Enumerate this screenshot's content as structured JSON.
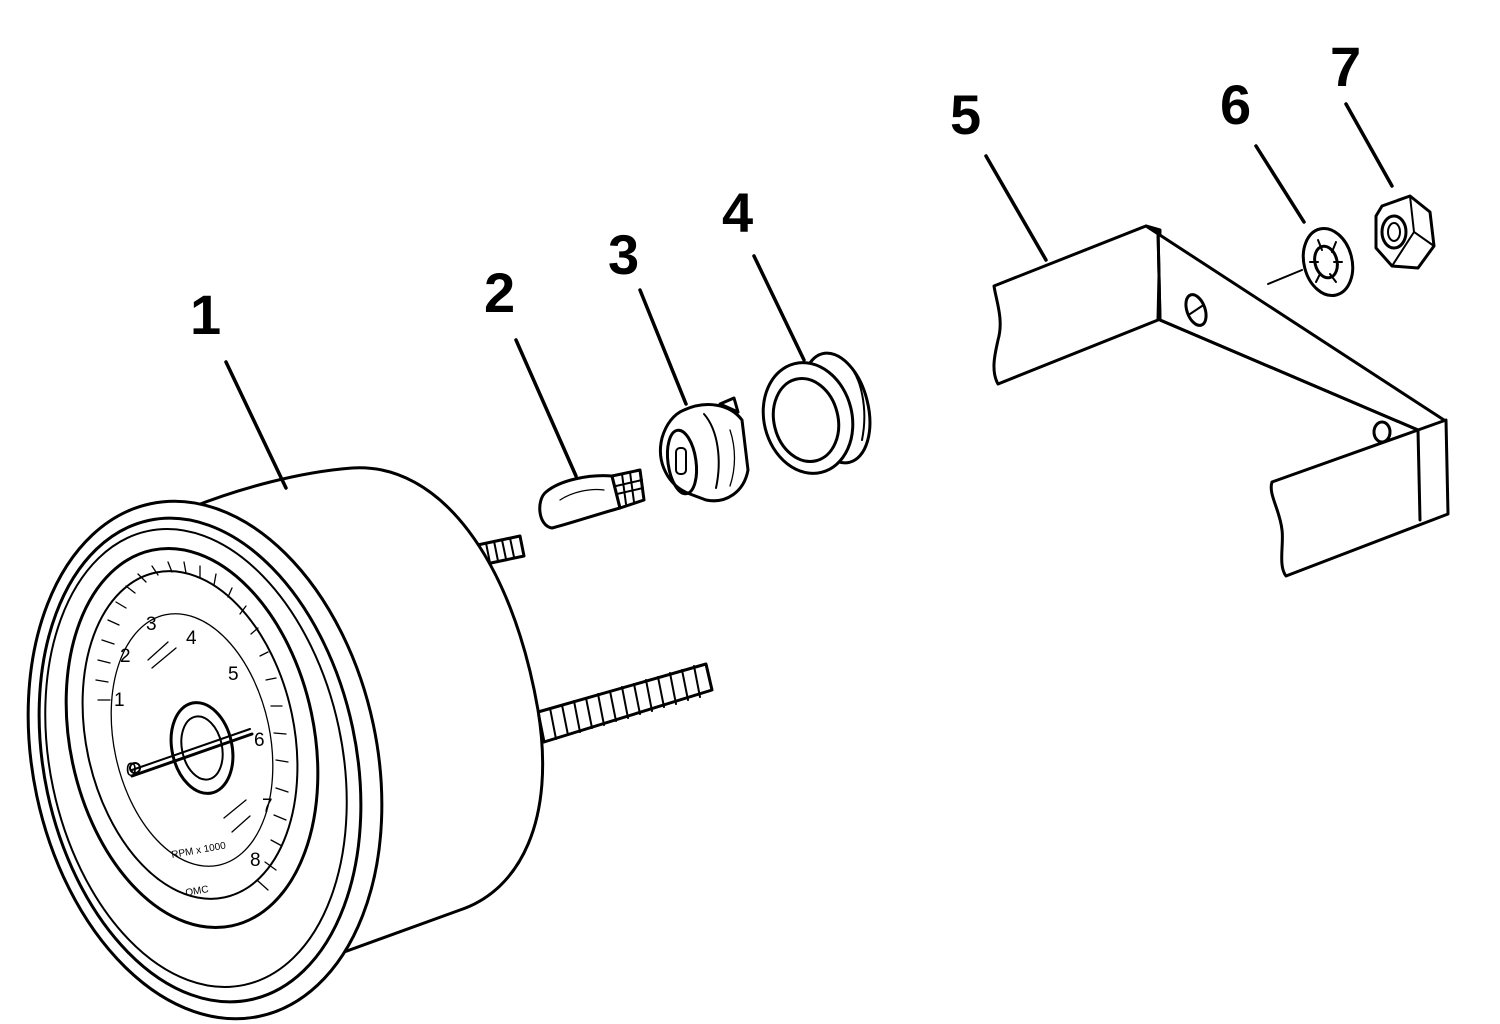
{
  "parts": [
    {
      "number": "1",
      "icon": "tachometer-icon"
    },
    {
      "number": "2",
      "icon": "bulb-icon"
    },
    {
      "number": "3",
      "icon": "bulb-socket-icon"
    },
    {
      "number": "4",
      "icon": "grommet-icon"
    },
    {
      "number": "5",
      "icon": "mounting-bracket-icon"
    },
    {
      "number": "6",
      "icon": "lock-washer-icon"
    },
    {
      "number": "7",
      "icon": "hex-nut-icon"
    }
  ],
  "gauge": {
    "dial_numbers": [
      "0",
      "1",
      "2",
      "3",
      "4",
      "5",
      "6",
      "7",
      "8"
    ],
    "units_label": "RPM x 1000",
    "brand_label": "OMC"
  }
}
